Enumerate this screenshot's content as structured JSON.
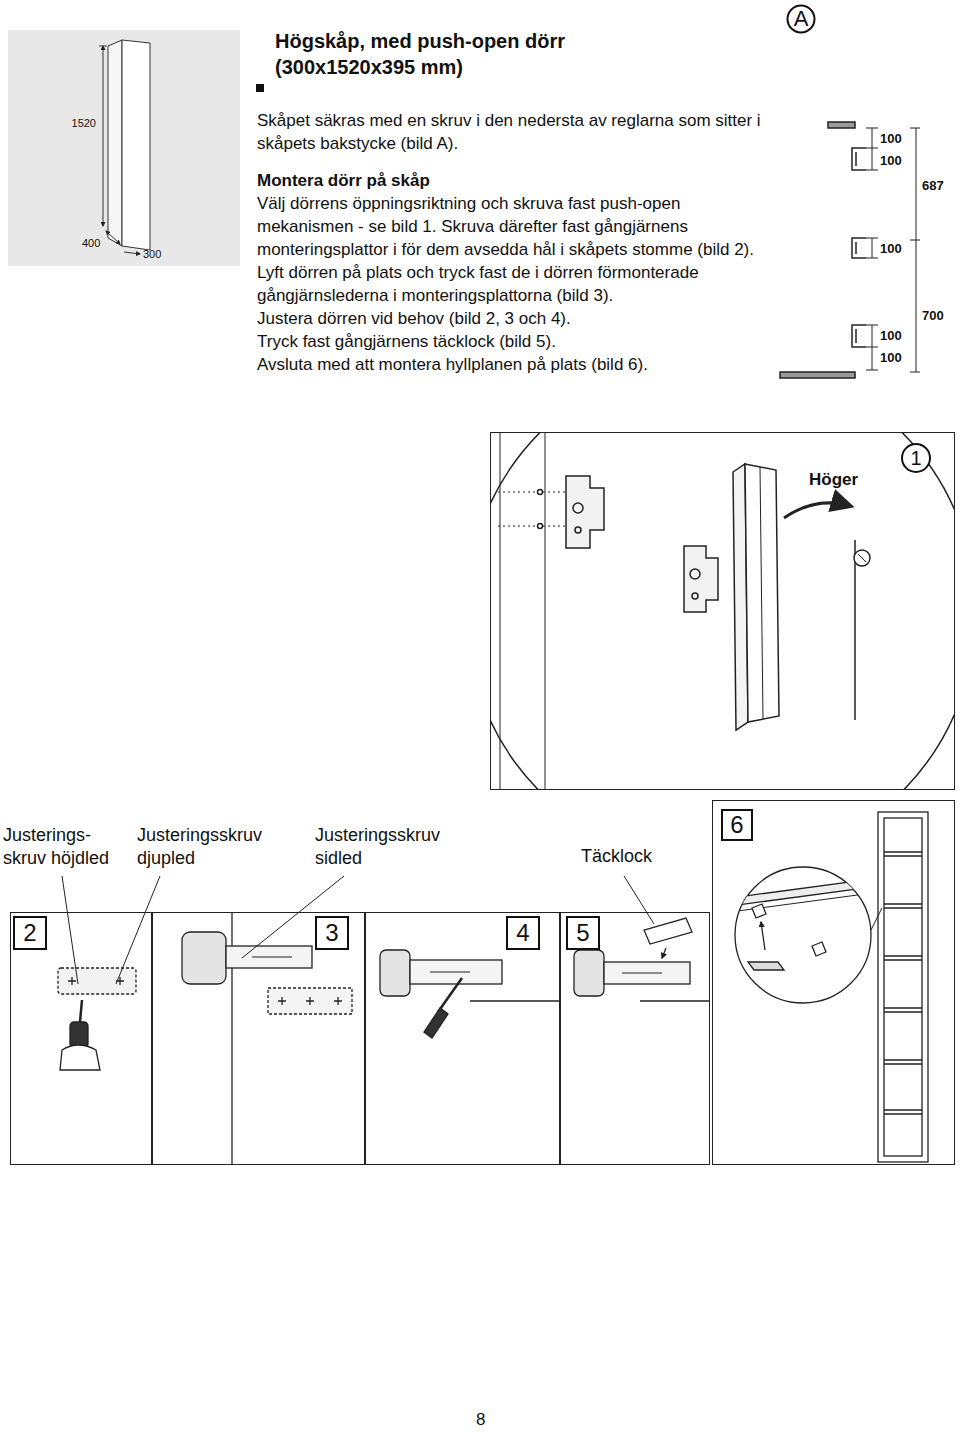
{
  "diagram": {
    "title": "Högskåp, med push-open dörr (300x1520x395 mm)",
    "nodes": [
      {
        "text": [
          "A"
        ]
      },
      {
        "text": [
          "1",
          "Höger"
        ]
      },
      {
        "text": [
          "2"
        ]
      },
      {
        "text": [
          "3"
        ]
      },
      {
        "text": [
          "4"
        ]
      },
      {
        "text": [
          "5"
        ]
      },
      {
        "text": [
          "6"
        ]
      }
    ],
    "labels": [
      "Skåpet säkras med en skruv i den nedersta av reglarna som sitter i skåpets bakstycke (bild A).",
      "Montera dörr på skåp",
      "Välj dörrens öppningsriktning och skruva fast push-open mekanismen - se bild 1. Skruva därefter fast gångjärnens monteringsplattor i för dem avsedda hål i skåpets stomme (bild 2).",
      "Lyft dörren på plats och tryck fast de i dörren förmonterade gångjärnslederna i monteringsplattorna (bild 3).",
      "Justera dörren vid behov (bild 2, 3 och 4).",
      "Tryck fast gångjärnens täcklock (bild 5).",
      "Avsluta med att montera hyllplanen på plats (bild 6).",
      "1520",
      "400",
      "300",
      "100",
      "100",
      "687",
      "100",
      "700",
      "100",
      "100",
      "Justerings- skruv höjdled",
      "Justeringsskruv djupled",
      "Justeringsskruv sidled",
      "Täcklock",
      "8"
    ]
  }
}
